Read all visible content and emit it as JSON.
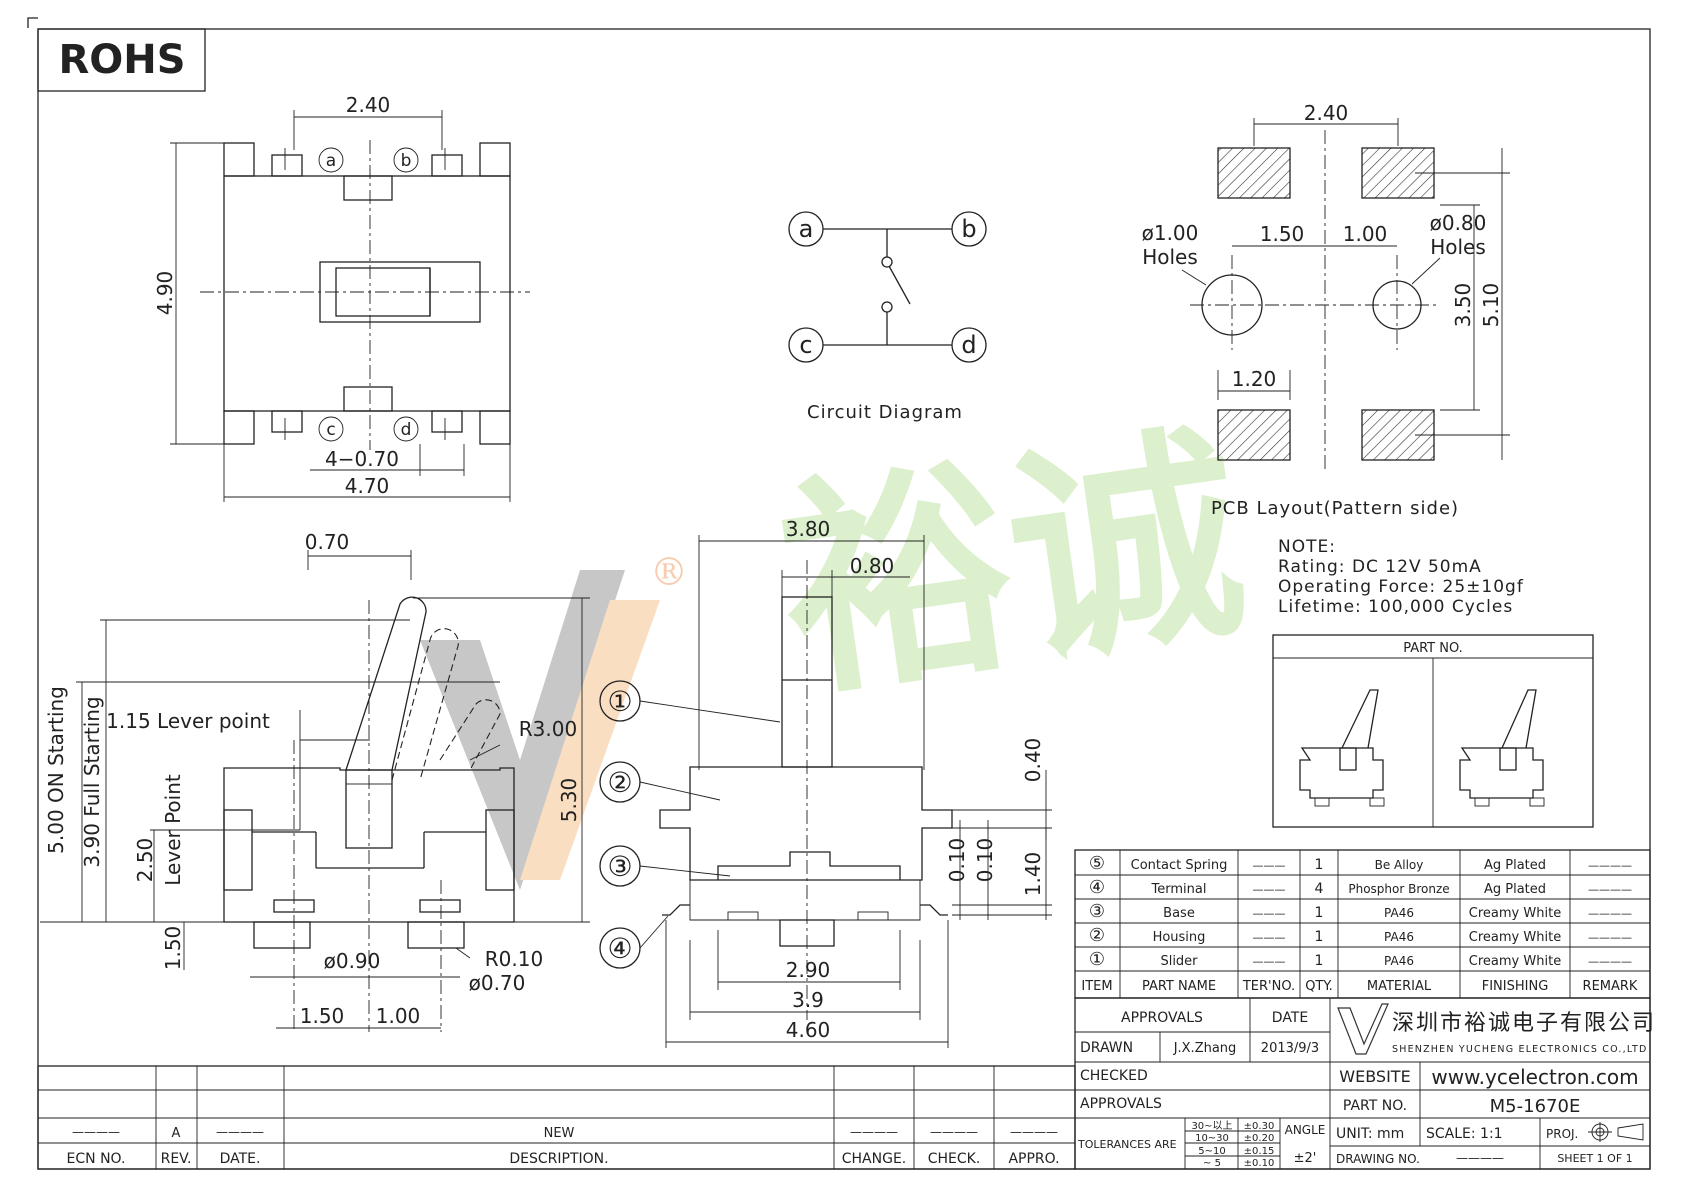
{
  "rohs_label": "ROHS",
  "top_view": {
    "dim_width_top": "2.40",
    "dim_height": "4.90",
    "dim_pad": "4−0.70",
    "dim_width": "4.70",
    "pin_a": "a",
    "pin_b": "b",
    "pin_c": "c",
    "pin_d": "d"
  },
  "circuit": {
    "label": "Circuit Diagram",
    "pin_a": "a",
    "pin_b": "b",
    "pin_c": "c",
    "pin_d": "d"
  },
  "pcb_layout": {
    "dim_top": "2.40",
    "hole1_dia": "ø1.00",
    "hole1_label": "Holes",
    "hole2_dia": "ø0.80",
    "hole2_label": "Holes",
    "dim_150": "1.50",
    "dim_100": "1.00",
    "dim_120": "1.20",
    "dim_350": "3.50",
    "dim_510": "5.10",
    "title": "PCB Layout(Pattern side)"
  },
  "note": {
    "title": "NOTE:",
    "rating": "Rating: DC 12V 50mA",
    "force": "Operating Force: 25±10gf",
    "lifetime": "Lifetime:   100,000 Cycles"
  },
  "part_no_box": {
    "label": "PART NO."
  },
  "side_view": {
    "dim_070": "0.70",
    "lever_point_dim": "1.15 Lever point",
    "radius": "R3.00",
    "dim_500": "5.00 ON Starting",
    "dim_390": "3.90 Full Starting",
    "dim_250": "2.50",
    "lever_point": "Lever Point",
    "dim_150v": "1.50",
    "dim_530": "5.30",
    "dim_090": "ø0.90",
    "dim_r010": "R0.10",
    "dim_070h": "ø0.70",
    "dim_150h": "1.50",
    "dim_100h": "1.00"
  },
  "front_view": {
    "dim_380": "3.80",
    "dim_080": "0.80",
    "dim_040": "0.40",
    "dim_010a": "0.10",
    "dim_010b": "0.10",
    "dim_140": "1.40",
    "dim_290": "2.90",
    "dim_39": "3.9",
    "dim_460": "4.60",
    "callouts": [
      "①",
      "②",
      "③",
      "④"
    ]
  },
  "watermark": {
    "chars": "裕诚",
    "reg": "®"
  },
  "bom": {
    "rows": [
      {
        "no": "⑤",
        "name": "Contact Spring",
        "ter": "———",
        "qty": "1",
        "material": "Be Alloy",
        "finish": "Ag Plated",
        "remark": "————"
      },
      {
        "no": "④",
        "name": "Terminal",
        "ter": "———",
        "qty": "4",
        "material": "Phosphor Bronze",
        "finish": "Ag Plated",
        "remark": "————"
      },
      {
        "no": "③",
        "name": "Base",
        "ter": "———",
        "qty": "1",
        "material": "PA46",
        "finish": "Creamy White",
        "remark": "————"
      },
      {
        "no": "②",
        "name": "Housing",
        "ter": "———",
        "qty": "1",
        "material": "PA46",
        "finish": "Creamy White",
        "remark": "————"
      },
      {
        "no": "①",
        "name": "Slider",
        "ter": "———",
        "qty": "1",
        "material": "PA46",
        "finish": "Creamy White",
        "remark": "————"
      }
    ],
    "headers": [
      "ITEM",
      "PART NAME",
      "TER'NO.",
      "QTY.",
      "MATERIAL",
      "FINISHING",
      "REMARK"
    ]
  },
  "title_block": {
    "approvals": "APPROVALS",
    "date": "DATE",
    "drawn": "DRAWN",
    "drawn_by": "J.X.Zhang",
    "drawn_date": "2013/9/3",
    "checked": "CHECKED",
    "approvals2": "APPROVALS",
    "company_cn": "深圳市裕诚电子有限公司",
    "company_en": "SHENZHEN YUCHENG ELECTRONICS CO.,LTD",
    "website_label": "WEBSITE",
    "website": "www.ycelectron.com",
    "partno_label": "PART NO.",
    "partno": "M5-1670E",
    "tolerances": "TOLERANCES ARE",
    "tol_ranges": [
      "30~以上",
      "10~30",
      "5~10",
      "~ 5"
    ],
    "tol_values": [
      "±0.30",
      "±0.20",
      "±0.15",
      "±0.10"
    ],
    "angle_label": "ANGLE",
    "angle_value": "±2'",
    "unit": "UNIT: mm",
    "scale": "SCALE:   1:1",
    "proj": "PROJ.",
    "drawing_no": "DRAWING NO.",
    "drawing_no_value": "————",
    "sheet": "SHEET   1 OF 1"
  },
  "revision_block": {
    "row_dash": "————",
    "rev": "A",
    "date_dash": "————",
    "desc": "NEW",
    "chg": "————",
    "chk": "————",
    "apr": "————",
    "headers": [
      "ECN NO.",
      "REV.",
      "DATE.",
      "DESCRIPTION.",
      "CHANGE.",
      "CHECK.",
      "APPRO."
    ]
  }
}
